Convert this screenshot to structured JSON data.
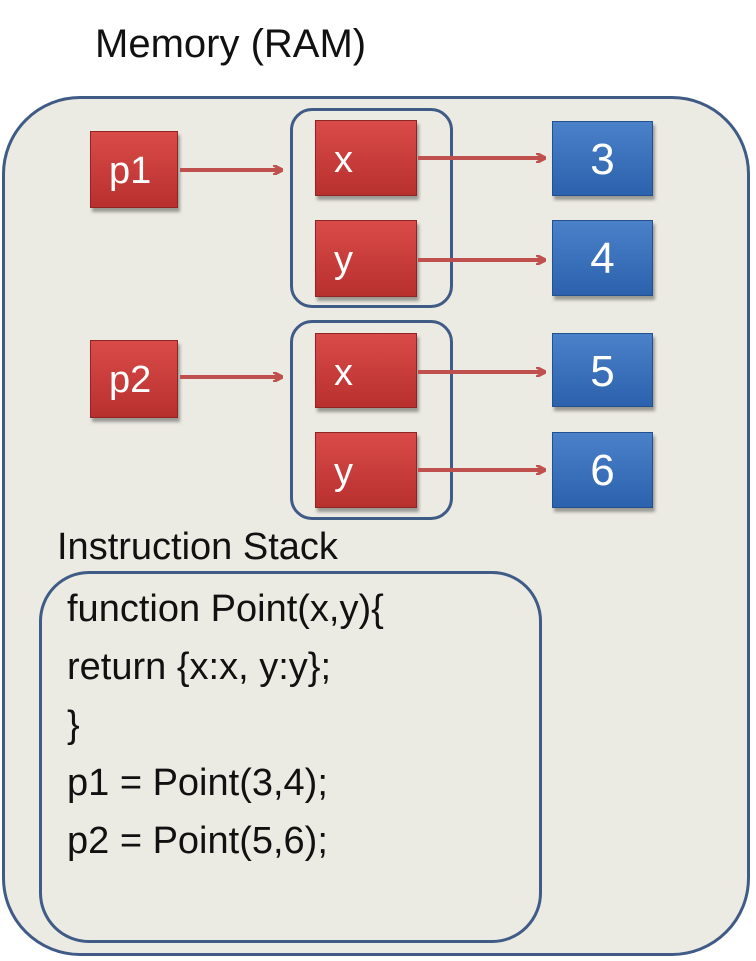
{
  "title": "Memory (RAM)",
  "objects": [
    {
      "pointer": "p1",
      "fields": [
        {
          "name": "x",
          "value": "3"
        },
        {
          "name": "y",
          "value": "4"
        }
      ]
    },
    {
      "pointer": "p2",
      "fields": [
        {
          "name": "x",
          "value": "5"
        },
        {
          "name": "y",
          "value": "6"
        }
      ]
    }
  ],
  "stack": {
    "label": "Instruction Stack",
    "lines": [
      "function Point(x,y){",
      "return {x:x, y:y};",
      "}",
      "p1 = Point(3,4);",
      "p2 = Point(5,6);"
    ]
  },
  "colors": {
    "memory_fill": "#ecebe3",
    "outline": "#3f5b86",
    "pointer_red": "#c0392b",
    "value_blue": "#3a70bb",
    "arrow": "#c0504d"
  }
}
